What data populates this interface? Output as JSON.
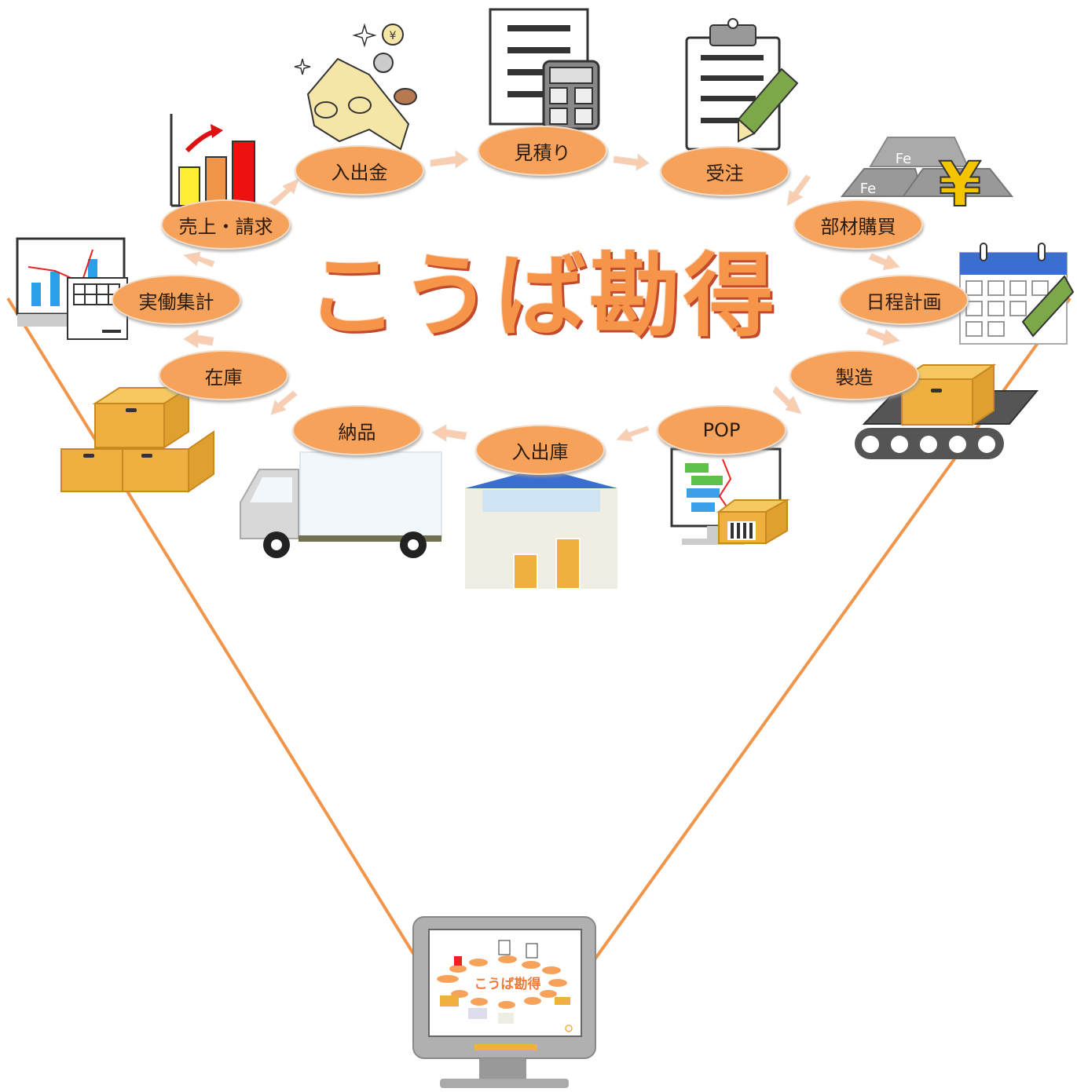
{
  "title": "こうば勘得",
  "nodes": [
    {
      "key": "nyushukkin",
      "label": "入出金"
    },
    {
      "key": "mitsumori",
      "label": "見積り"
    },
    {
      "key": "juchu",
      "label": "受注"
    },
    {
      "key": "buzai",
      "label": "部材購買"
    },
    {
      "key": "nittei",
      "label": "日程計画"
    },
    {
      "key": "seizo",
      "label": "製造"
    },
    {
      "key": "pop",
      "label": "POP"
    },
    {
      "key": "nyushukko",
      "label": "入出庫"
    },
    {
      "key": "nohin",
      "label": "納品"
    },
    {
      "key": "zaiko",
      "label": "在庫"
    },
    {
      "key": "jitsudo",
      "label": "実働集計"
    },
    {
      "key": "uriage",
      "label": "売上・請求"
    }
  ],
  "icons": {
    "fe_label": "Fe",
    "yen_symbol": "¥",
    "coin_mark": "¥"
  },
  "colors": {
    "node_fill": "#f7a25a",
    "title": "#f6944a",
    "connector": "#f0954a",
    "arrow": "#f8cdb0",
    "box": "#f0b040"
  }
}
